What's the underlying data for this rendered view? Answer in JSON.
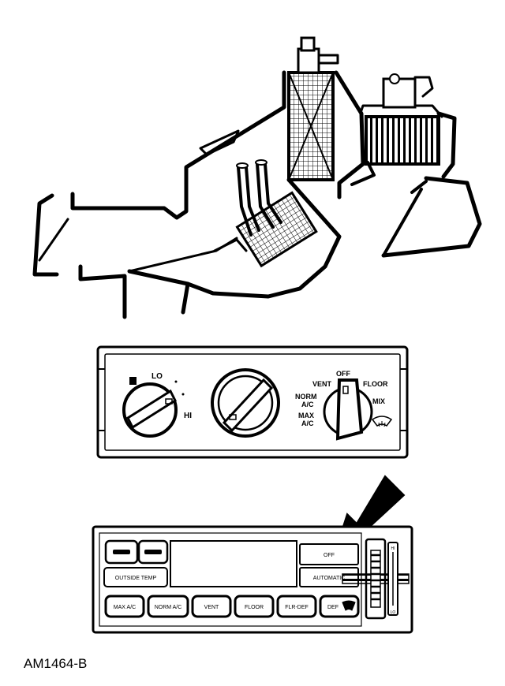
{
  "manual_panel": {
    "blower_labels": {
      "lo": "LO",
      "hi": "HI"
    },
    "mode_labels": {
      "off": "OFF",
      "vent": "VENT",
      "floor": "FLOOR",
      "norm_ac": "NORM\nA/C",
      "mix": "MIX",
      "max_ac": "MAX\nA/C"
    },
    "defrost_icon": "windshield-defrost-icon"
  },
  "auto_panel": {
    "outside_temp_label": "OUTSIDE TEMP",
    "off_label": "OFF",
    "automatic_label": "AUTOMATIC",
    "bottom_buttons": [
      "MAX A/C",
      "NORM A/C",
      "VENT",
      "FLOOR",
      "FLR-DEF",
      "DEF"
    ],
    "side_labels": {
      "top": "HI",
      "bottom": "LO"
    }
  },
  "callout_arrow_icon": "pointer-arrow-icon",
  "figure_code": "AM1464-B"
}
